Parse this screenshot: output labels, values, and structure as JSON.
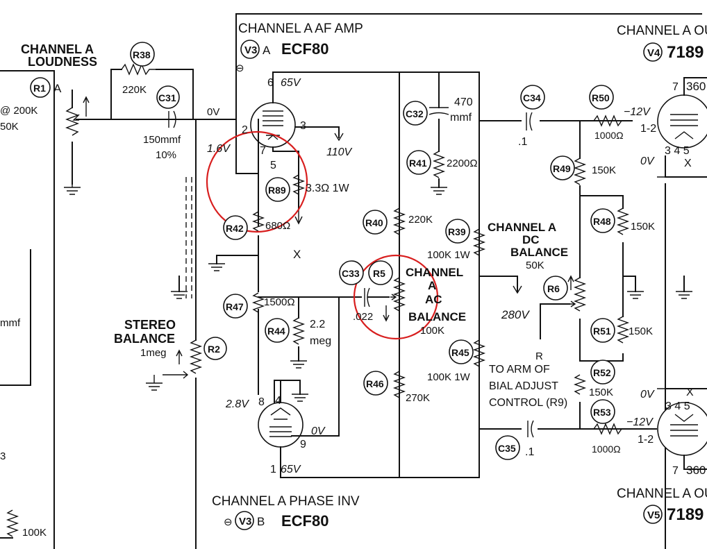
{
  "labels": {
    "ch_a_af_amp": "CHANNEL A AF AMP",
    "v3_badge": "V3",
    "v3_suffix": "A",
    "v3_tube": "ECF80",
    "v3a_theta": "⊖",
    "ch_a_ou": "CHANNEL A OU",
    "v4_badge": "V4",
    "v4_tube": "7189",
    "ch_a_loudness_1": "CHANNEL A",
    "ch_a_loudness_2": "LOUDNESS",
    "r1_badge": "R1",
    "r1_suffix": "A",
    "left_200k": "@ 200K",
    "left_50k": "50K",
    "left_mmf": "mmf",
    "left_3": "3",
    "left_100k": "100K",
    "r38": "R38",
    "r38_val": "220K",
    "c31": "C31",
    "c31_val_1": "150mmf",
    "c31_val_2": "10%",
    "v_0v_in": "0V",
    "pin6_65v": "6",
    "v65_top": "65V",
    "pin2": "2",
    "pin3": "3",
    "pin7": "7",
    "pin5": "5",
    "v_1_6v": "1.6V",
    "v_110v": "110V",
    "r89": "R89",
    "r89_val": "3.3Ω 1W",
    "r42": "R42",
    "r42_val": "680Ω",
    "x_top": "X",
    "c32": "C32",
    "c32_val_1": "470",
    "c32_val_2": "mmf",
    "r41": "R41",
    "r41_val": "2200Ω",
    "c34": "C34",
    "c34_val": ".1",
    "r50": "R50",
    "r50_val": "1000Ω",
    "v_neg12_top": "−12V",
    "pin12_top": "1-2",
    "r49": "R49",
    "r49_val": "150K",
    "v4_0v": "0V",
    "v4_pins": "3 4 5",
    "v4_x": "X",
    "v4_pin7": "7",
    "v4_360": "360",
    "r40": "R40",
    "r40_val": "220K",
    "r39": "R39",
    "r39_val": "100K 1W",
    "ch_a_dc_1": "CHANNEL A",
    "ch_a_dc_2": "DC",
    "ch_a_dc_3": "BALANCE",
    "ch_a_dc_4": "50K",
    "r48": "R48",
    "r48_val": "150K",
    "c33": "C33",
    "c33_val": ".022",
    "r5": "R5",
    "ch_a_ac_1": "CHANNEL",
    "ch_a_ac_2": "A",
    "ch_a_ac_3": "AC",
    "ch_a_ac_4": "BALANCE",
    "ch_a_ac_5": "100K",
    "r6": "R6",
    "v_280v": "280V",
    "r51": "R51",
    "r51_val": "150K",
    "r47": "R47",
    "r47_val": "1500Ω",
    "r44": "R44",
    "r44_val_1": "2.2",
    "r44_val_2": "meg",
    "stereo_1": "STEREO",
    "stereo_2": "BALANCE",
    "stereo_3": "1meg",
    "r2": "R2",
    "r45": "R45",
    "r45_val": "100K 1W",
    "r_letter": "R",
    "to_arm_1": "TO ARM OF",
    "to_arm_2": "BIAL ADJUST",
    "to_arm_3": "CONTROL (R9)",
    "r52": "R52",
    "r52_val": "150K",
    "r53": "R53",
    "r53_val": "1000Ω",
    "v5_0v": "0V",
    "v5_pins": "3 4 5",
    "v5_x": "X",
    "v_neg12_bot": "−12V",
    "pin12_bot": "1-2",
    "v5_pin7": "7",
    "v5_360": "360",
    "r46": "R46",
    "r46_val": "270K",
    "v_2_8v": "2.8V",
    "pin8": "8",
    "pin4": "4",
    "pin9": "9",
    "v_0v_pi": "0V",
    "pin1": "1",
    "v65_bot": "65V",
    "c35": "C35",
    "c35_val": ".1",
    "ch_a_phase": "CHANNEL A PHASE INV",
    "v3b_theta": "⊖",
    "v3b_badge": "V3",
    "v3b_suffix": "B",
    "v3b_tube": "ECF80",
    "ch_a_ou_bot": "CHANNEL A OU",
    "v5_badge": "V5",
    "v5_tube": "7189"
  },
  "colors": {
    "ink": "#111111",
    "highlight": "#d81e1e",
    "paper": "#ffffff"
  }
}
